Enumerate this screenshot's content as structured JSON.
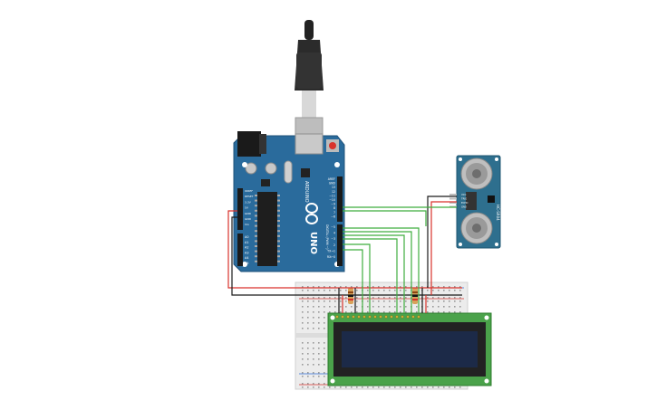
{
  "arduino": {
    "model": "UNO",
    "logo_text": "ARDUINO",
    "left_header_labels": [
      "IOREF",
      "RESET",
      "3.3V",
      "5V",
      "GND",
      "GND",
      "Vin"
    ],
    "analog_labels": [
      "A0",
      "A1",
      "A2",
      "A3",
      "A4",
      "A5"
    ],
    "right_header_labels": [
      "AREF",
      "GND",
      "13",
      "12",
      "~11",
      "~10",
      "~9",
      "8",
      "7",
      "~6",
      "~5",
      "4",
      "~3",
      "2",
      "TX→1",
      "RX←0"
    ],
    "digital_label": "DIGITAL (PWM ~)"
  },
  "sensor": {
    "name": "HC-SR04",
    "pin_labels": [
      "VCC",
      "TRIG",
      "ECHO",
      "GND"
    ]
  },
  "lcd": {
    "pin_count": 16
  },
  "colors": {
    "board_blue": "#2a6b9c",
    "wire_green": "#3fae3f",
    "wire_red": "#d9322c",
    "wire_black": "#1a1a1a",
    "lcd_green": "#4aa24a",
    "lcd_screen": "#1c2a48",
    "sensor_blue": "#2e6f8e"
  }
}
